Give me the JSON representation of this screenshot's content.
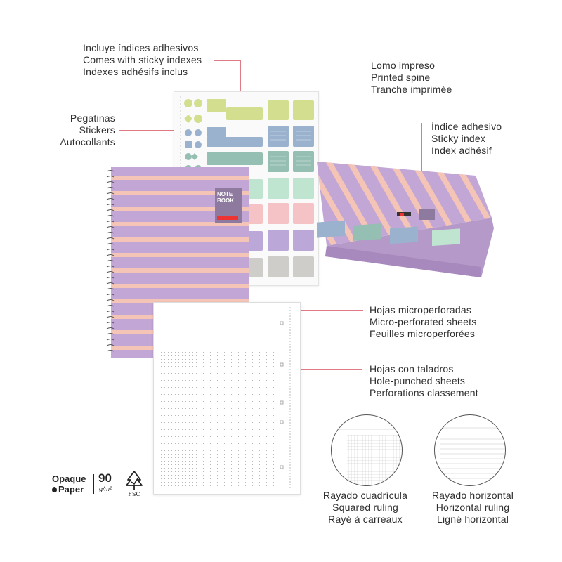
{
  "callouts": {
    "sticky_indexes": {
      "lines": [
        "Incluye índices adhesivos",
        "Comes with sticky indexes",
        "Indexes adhésifs inclus"
      ]
    },
    "stickers": {
      "lines": [
        "Pegatinas",
        "Stickers",
        "Autocollants"
      ]
    },
    "printed_spine": {
      "lines": [
        "Lomo impreso",
        "Printed spine",
        "Tranche imprimée"
      ]
    },
    "sticky_index": {
      "lines": [
        "Índice adhesivo",
        "Sticky index",
        "Index adhésif"
      ]
    },
    "micro_perforated": {
      "lines": [
        "Hojas microperforadas",
        "Micro-perforated sheets",
        "Feuilles microperforées"
      ]
    },
    "hole_punched": {
      "lines": [
        "Hojas con taladros",
        "Hole-punched sheets",
        "Perforations classement"
      ]
    },
    "squared_ruling": {
      "lines": [
        "Rayado cuadrícula",
        "Squared ruling",
        "Rayé à carreaux"
      ]
    },
    "horizontal_ruling": {
      "lines": [
        "Rayado horizontal",
        "Horizontal ruling",
        "Ligné horizontal"
      ]
    }
  },
  "cover": {
    "title_line1": "NOTE",
    "title_line2": "BOOK",
    "stripe_color": "#f4c4b6",
    "base_color": "#c2a6d6"
  },
  "badge": {
    "opaque": "Opaque",
    "paper": "Paper",
    "weight": "90",
    "unit": "g/m²",
    "fsc": "FSC"
  },
  "colors": {
    "leader": "#e07a86",
    "lime": "#d3df8e",
    "blue": "#9bb2cf",
    "teal": "#95bfb2",
    "mint": "#bfe4cf",
    "pink": "#f5c2c6",
    "violet": "#bba7d8",
    "grey": "#cfcdca"
  }
}
